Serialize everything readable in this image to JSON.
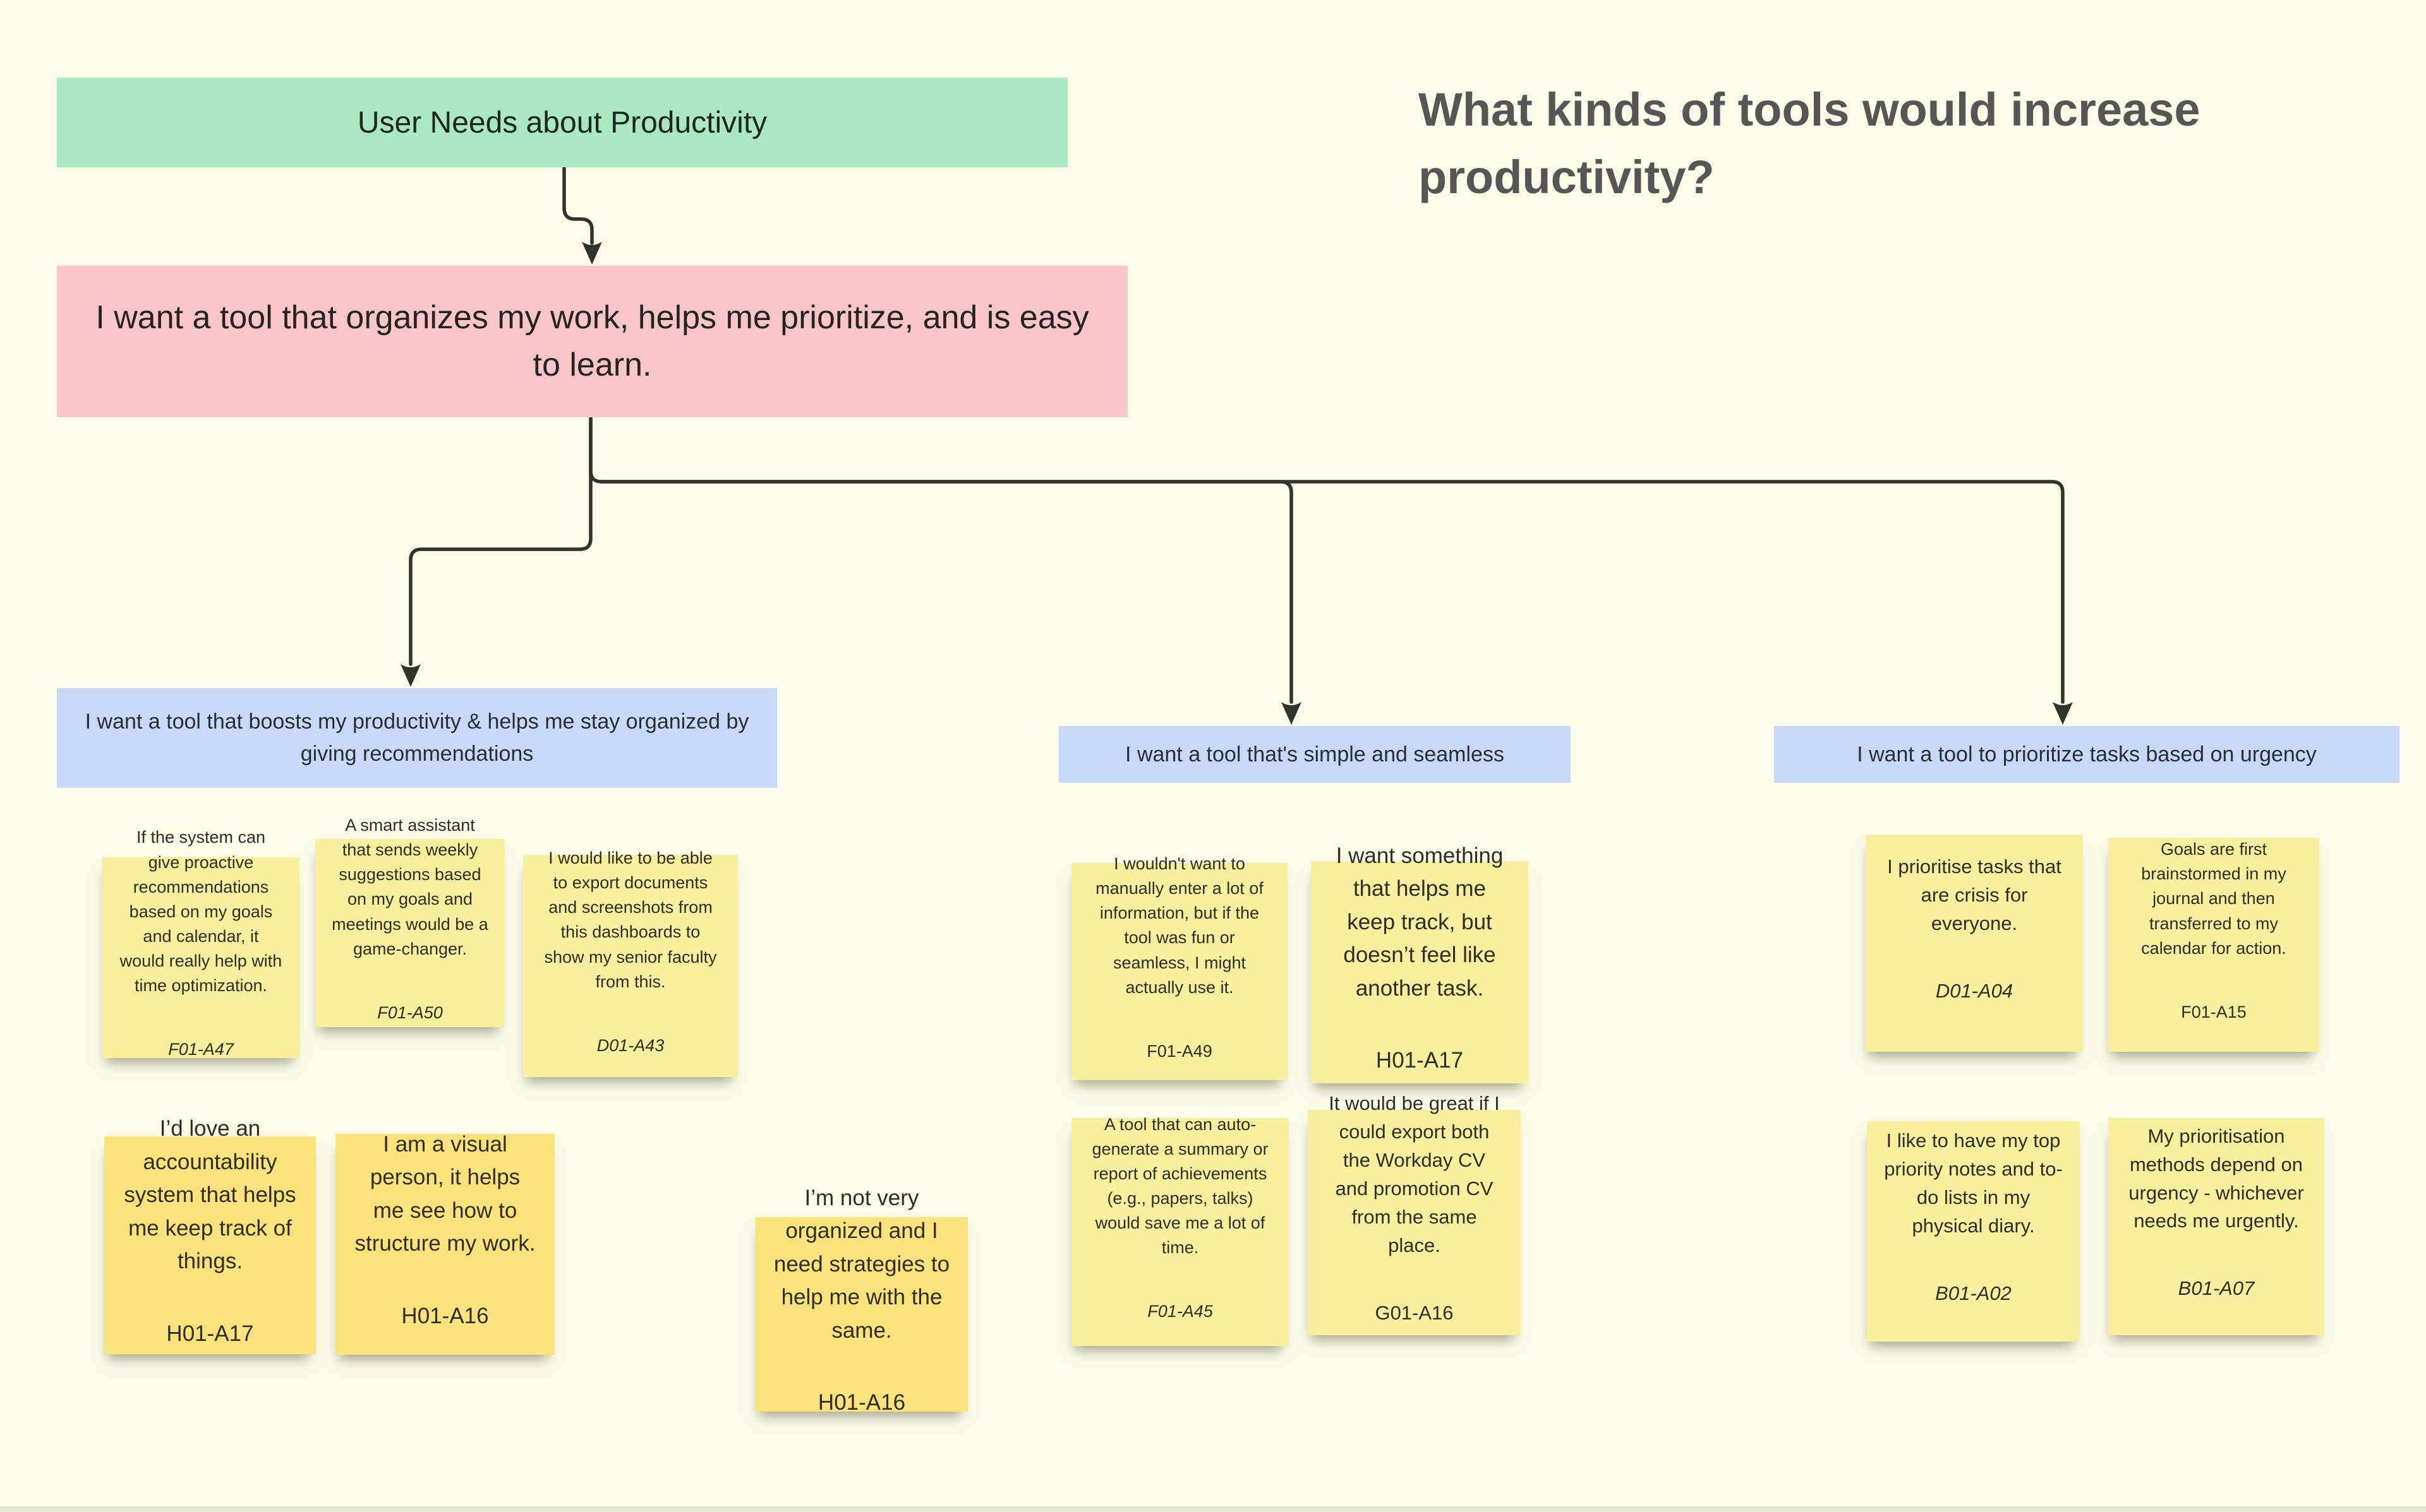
{
  "colors": {
    "background": "#fafce8",
    "root_fill": "#a9e8c2",
    "theme_fill": "#f9c5c9",
    "group_fill": "#c7d9f8",
    "note_pale": "#f7ef9e",
    "note_gold": "#fce27a",
    "connector": "#30342c",
    "question_text": "#565656"
  },
  "question": {
    "text": "What kinds of tools would increase productivity?"
  },
  "root": {
    "label": "User Needs about Productivity"
  },
  "theme": {
    "label": "I want a tool that organizes my work, helps me prioritize, and is easy to learn."
  },
  "groups": [
    {
      "label": "I want a tool that boosts my productivity & helps me stay organized by giving recommendations",
      "notes": [
        {
          "text": "If the system can give proactive recommendations based on my goals and calendar, it would really help with time optimization.",
          "code": "F01-A47"
        },
        {
          "text": "A smart assistant that sends weekly suggestions based on my goals and meetings would be a game-changer.",
          "code": "F01-A50"
        },
        {
          "text": "I would like to be able to export documents and screenshots from this dashboards to show my senior faculty from this.",
          "code": "D01-A43"
        },
        {
          "text": "I’d love an accountability system that helps me keep track of things.",
          "code": "H01-A17"
        },
        {
          "text": "I am a visual person, it helps me see how to structure my work.",
          "code": "H01-A16"
        },
        {
          "text": "I’m not very organized and I need strategies to help me with the same.",
          "code": "H01-A16"
        }
      ]
    },
    {
      "label": "I want a tool that's simple and seamless",
      "notes": [
        {
          "text": "I wouldn't want to manually enter a lot of information, but if the tool was fun or seamless, I might actually use it.",
          "code": "F01-A49"
        },
        {
          "text": "I want something that helps me keep track, but doesn’t feel like another task.",
          "code": "H01-A17"
        },
        {
          "text": "A tool that can auto-generate a summary or report of achievements (e.g., papers, talks) would save me a lot of time.",
          "code": "F01-A45"
        },
        {
          "text": "It would be great if I could export both the Workday CV and promotion CV from the same place.",
          "code": "G01-A16"
        }
      ]
    },
    {
      "label": "I want a tool to prioritize tasks based on urgency",
      "notes": [
        {
          "text": "I prioritise tasks that are crisis for everyone.",
          "code": "D01-A04"
        },
        {
          "text": "Goals are first brainstormed in my journal and then transferred to my calendar for action.",
          "code": "F01-A15"
        },
        {
          "text": "I like to have my top priority notes and to-do lists in my physical diary.",
          "code": "B01-A02"
        },
        {
          "text": "My prioritisation methods depend on urgency - whichever needs me urgently.",
          "code": "B01-A07"
        }
      ]
    }
  ]
}
